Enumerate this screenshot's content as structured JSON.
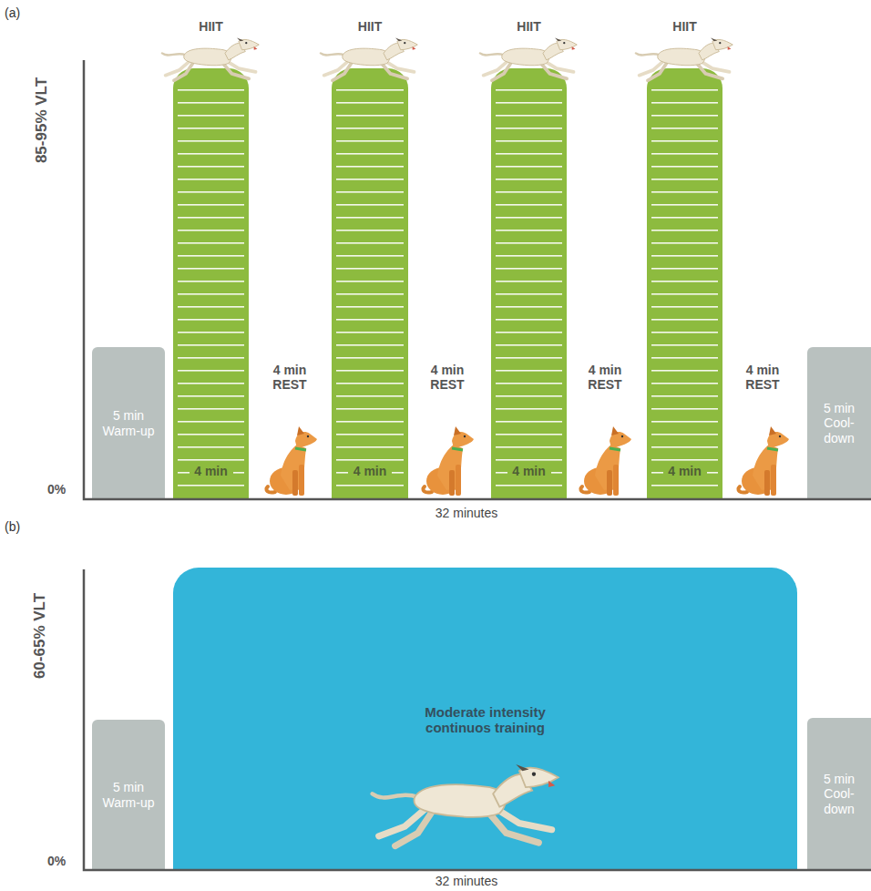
{
  "diagram": {
    "nodes": [
      {
        "text": [
          "5 min Warm-up"
        ]
      },
      {
        "text": [
          "HIIT",
          "4 min"
        ]
      },
      {
        "text": [
          "HIIT",
          "4 min"
        ]
      },
      {
        "text": [
          "HIIT",
          "4 min"
        ]
      },
      {
        "text": [
          "HIIT",
          "4 min"
        ]
      },
      {
        "text": [
          "5 min Cool-down"
        ]
      },
      {
        "text": [
          "5 min Warm-up"
        ]
      },
      {
        "text": [
          "Moderate intensity continuos training"
        ]
      },
      {
        "text": [
          "5 min Cool-down"
        ]
      }
    ],
    "labels": [
      "(a)",
      "85-95% VLT",
      "0%",
      "4 min REST",
      "4 min REST",
      "4 min REST",
      "4 min REST",
      "32 minutes",
      "(b)",
      "60-65% VLT",
      "0%",
      "32 minutes"
    ]
  }
}
